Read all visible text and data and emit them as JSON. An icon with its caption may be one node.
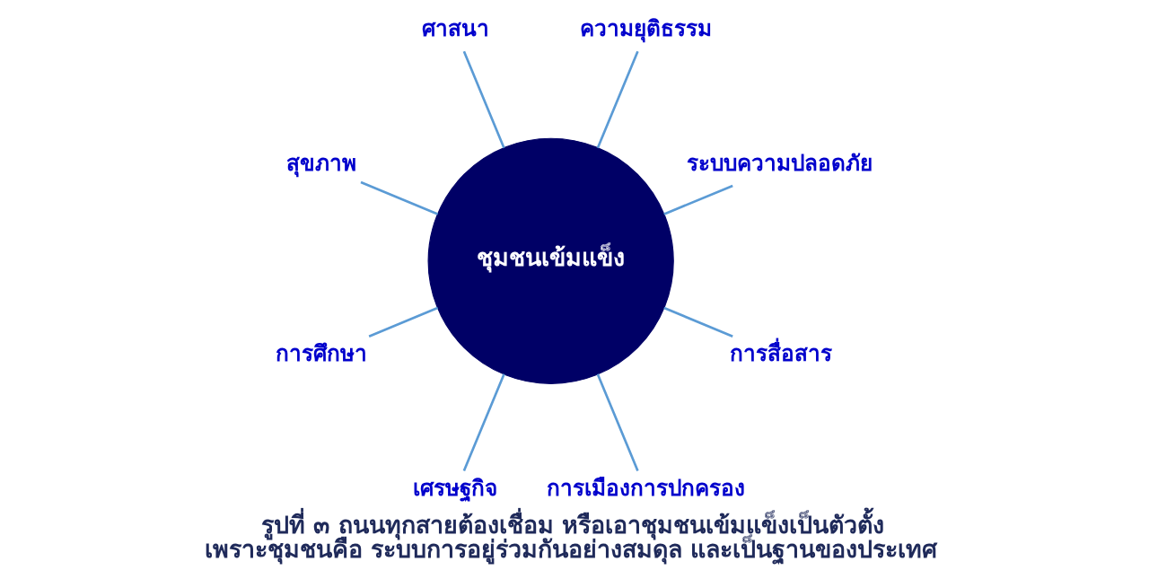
{
  "diagram": {
    "caption": "รูปที่ ๓ ถนนทุกสายต้องเชื่อม หรือเอาชุมชนเข้มแข็งเป็นตัวตั้ง เพราะชุมชนคือ ระบบการอยู่ร่วมกันอย่างสมดุล และเป็นฐานของประเทศ",
    "nodes": [
      {
        "text": [
          "ชุมชนเข้มแข็ง"
        ]
      },
      {
        "text": [
          "ระบบความปลอดภัย"
        ]
      },
      {
        "text": [
          "ความยุติธรรม"
        ]
      },
      {
        "text": [
          "ศาสนา"
        ]
      },
      {
        "text": [
          "สุขภาพ"
        ]
      },
      {
        "text": [
          "การศึกษา"
        ]
      },
      {
        "text": [
          "เศรษฐกิจ"
        ]
      },
      {
        "text": [
          "การเมืองการปกครอง"
        ]
      },
      {
        "text": [
          "การสื่อสาร"
        ]
      }
    ],
    "edges": [
      {
        "from": 0,
        "to": 1,
        "arrow": "none"
      },
      {
        "from": 0,
        "to": 2,
        "arrow": "none"
      },
      {
        "from": 0,
        "to": 3,
        "arrow": "none"
      },
      {
        "from": 0,
        "to": 4,
        "arrow": "none"
      },
      {
        "from": 0,
        "to": 5,
        "arrow": "none"
      },
      {
        "from": 0,
        "to": 6,
        "arrow": "none"
      },
      {
        "from": 0,
        "to": 7,
        "arrow": "none"
      },
      {
        "from": 0,
        "to": 8,
        "arrow": "none"
      }
    ]
  }
}
